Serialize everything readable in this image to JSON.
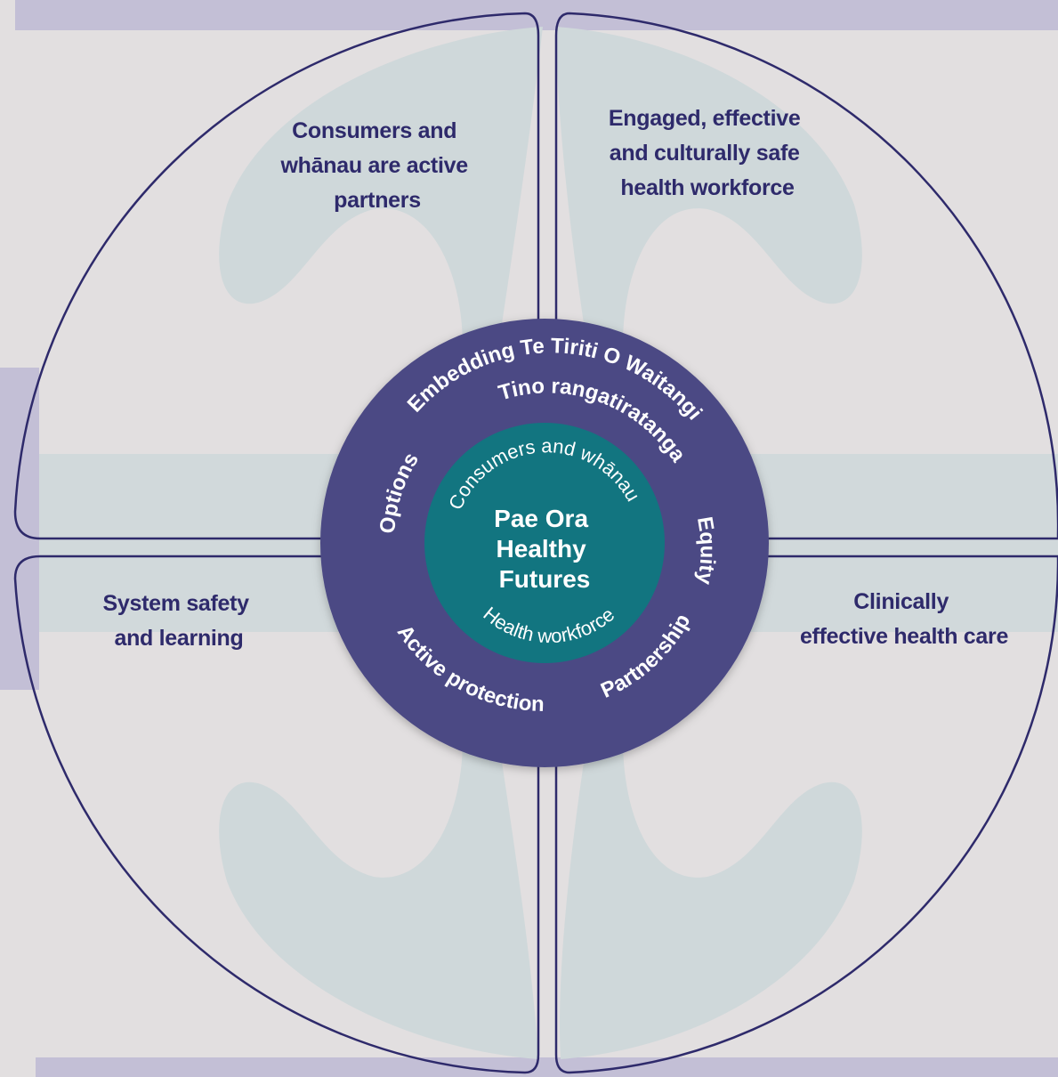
{
  "colors": {
    "background": "#e2dfe0",
    "band": "#c3bfd6",
    "watermark": "#cfd8da",
    "outline": "#2e2a6b",
    "outer_ring": "#4c4a84",
    "inner_circle": "#127580",
    "text_light": "#ffffff"
  },
  "quadrants": {
    "top_left": [
      "Consumers and",
      "whānau are active",
      "partners"
    ],
    "top_right": [
      "Engaged, effective",
      "and culturally safe",
      "health workforce"
    ],
    "bottom_left": [
      "System safety",
      "and learning"
    ],
    "bottom_right": [
      "Clinically",
      "effective health care"
    ]
  },
  "ring": {
    "outer_arc": "Embedding Te Tiriti O Waitangi",
    "tino": "Tino rangatiratanga",
    "options": "Options",
    "equity": "Equity",
    "active_protection": "Active protection",
    "partnership": "Partnership"
  },
  "inner": {
    "top_arc": "Consumers and whānau",
    "bottom_arc": "Health workforce",
    "center": [
      "Pae Ora",
      "Healthy",
      "Futures"
    ]
  }
}
